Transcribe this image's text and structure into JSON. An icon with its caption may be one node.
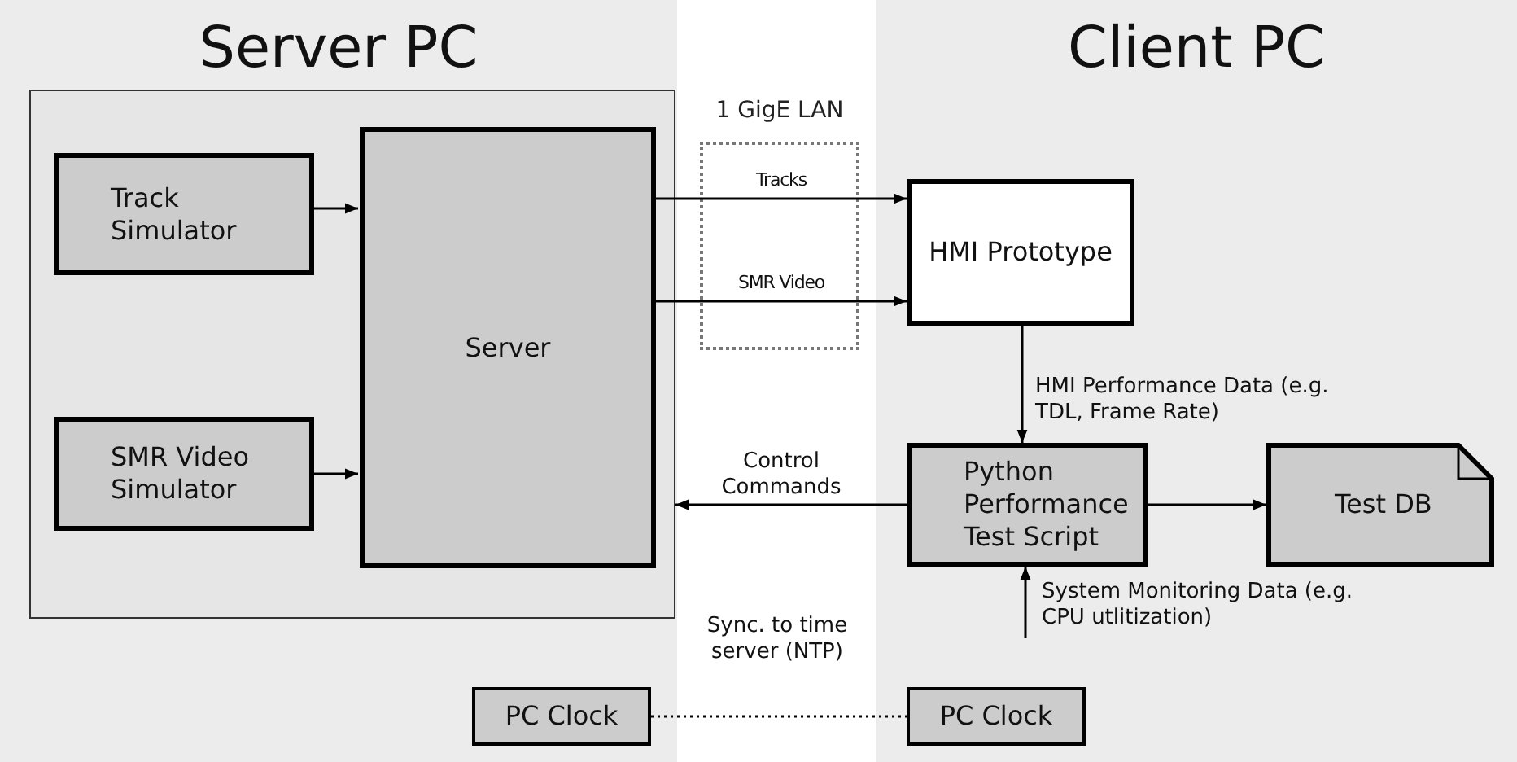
{
  "diagram": {
    "nodes": [
      {
        "text": [
          "Server PC"
        ]
      },
      {
        "text": [],
        "shape": "box",
        "in": 0
      },
      {
        "text": [
          "Track Simulator"
        ],
        "in": 1
      },
      {
        "text": [
          "SMR Video Simulator"
        ],
        "in": 1
      },
      {
        "text": [
          "Server"
        ],
        "in": 1
      },
      {
        "text": [
          "PC Clock"
        ],
        "in": 0
      },
      {
        "text": [
          "Client PC"
        ]
      },
      {
        "text": [
          "HMI Prototype"
        ],
        "in": 6
      },
      {
        "text": [
          "Python Performance Test Script"
        ],
        "in": 6
      },
      {
        "text": [
          "Test DB"
        ],
        "in": 6
      },
      {
        "text": [
          "PC Clock"
        ],
        "in": 6
      }
    ],
    "edges": [
      {
        "from": 2,
        "to": 4,
        "arrow": "to"
      },
      {
        "from": 3,
        "to": 4,
        "arrow": "to"
      },
      {
        "from": 4,
        "to": 7,
        "arrow": "to",
        "label": "Tracks"
      },
      {
        "from": 4,
        "to": 7,
        "arrow": "to",
        "label": "SMR Video"
      },
      {
        "from": 7,
        "to": 8,
        "arrow": "to",
        "label": "HMI Performance Data (e.g. TDL, Frame Rate)"
      },
      {
        "from": 8,
        "to": 1,
        "arrow": "to",
        "label": "Control Commands"
      },
      {
        "from": 8,
        "to": 9,
        "arrow": "to"
      },
      {
        "from": null,
        "to": 8,
        "arrow": "to",
        "label": "System Monitoring Data (e.g. CPU utlitization)"
      },
      {
        "from": 5,
        "to": 10,
        "arrow": "none",
        "style": "dashed",
        "label": "Sync. to time server (NTP)"
      }
    ],
    "labels": [
      "1 GigE LAN"
    ]
  }
}
